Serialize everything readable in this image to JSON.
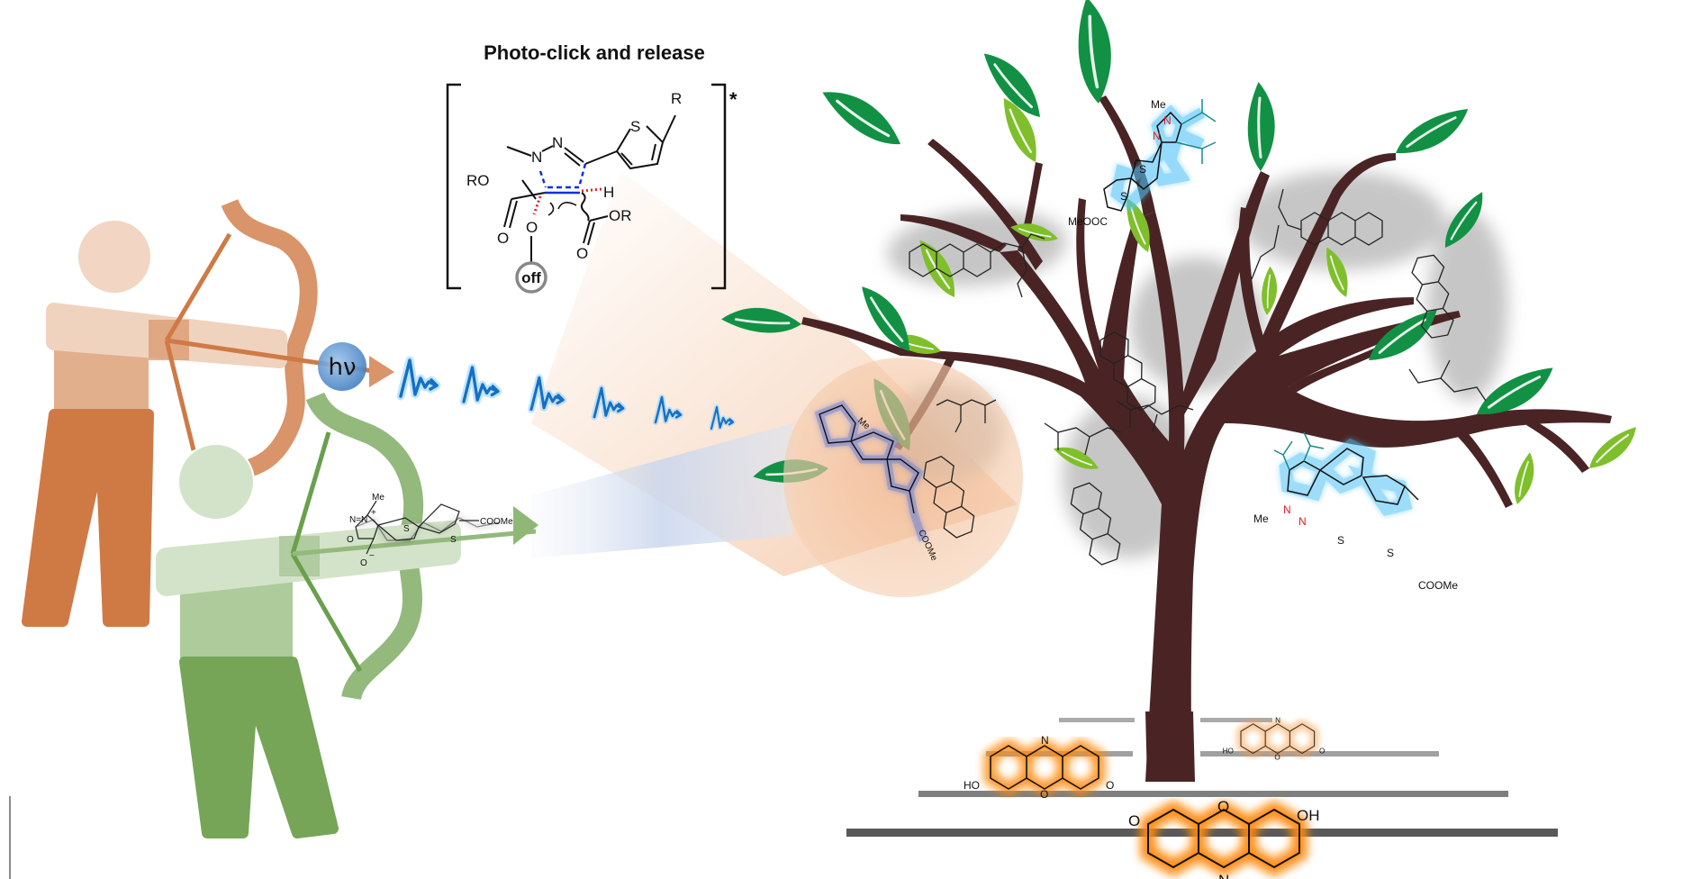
{
  "figure": {
    "title": "Photo-click and release",
    "transition_state_mark": "*",
    "light_label": "hν",
    "cage_label": "off",
    "ts_labels": {
      "substituent_r": "R",
      "sulfur": "S",
      "nitrogen_1": "N",
      "nitrogen_2": "N",
      "ester_left": "RO",
      "ester_right": "OR",
      "hydrogen": "H",
      "oxygen_carbonyl_left": "O",
      "oxygen_carbonyl_right": "O",
      "oxygen_link": "O"
    },
    "sydnone_labels": {
      "methyl": "Me",
      "plus": "+",
      "minus": "−",
      "ester": "COOMe",
      "ring_n": "N=N",
      "ring_o": "O",
      "exo_o": "O",
      "s1": "S",
      "s2": "S"
    },
    "pyrazoline_top_labels": {
      "methyl": "Me",
      "n1": "N",
      "n2": "N",
      "ester": "MeOOC",
      "s1": "S",
      "s2": "S"
    },
    "pyrazoline_right_labels": {
      "methyl": "Me",
      "n1": "N",
      "n2": "N",
      "ester": "COOMe",
      "s1": "S",
      "s2": "S"
    },
    "resorufin_labels": {
      "hydroxyl": "OH",
      "hydroxyl_left": "HO",
      "ring_o": "O",
      "ring_n": "N",
      "keto": "O"
    },
    "caged_labels": {
      "ring_o": "O",
      "ring_n": "N",
      "keto": "O",
      "ether_o": "O"
    },
    "colors": {
      "orange_archer_head": "#f2d5c2",
      "orange_archer_body": "#e2af8c",
      "orange_archer_legs": "#cf7a45",
      "orange_bow": "#d9946a",
      "green_archer_head": "#d3e3c9",
      "green_archer_body": "#aecb9b",
      "green_archer_legs": "#76a558",
      "green_bow": "#93b97d",
      "wave_blue": "#1570c4",
      "wave_glow": "#8ed0ff",
      "tree_trunk": "#4a2424",
      "leaf_dark": "#129144",
      "leaf_light": "#7fbf2b",
      "resorufin_orange": "#ff8a10",
      "ground_dark": "#595959",
      "ground_mid": "#7f7f7f",
      "ground_light": "#aaaaaa",
      "blue_glow": "#4fc3f7",
      "pyrazole_n": "#e31b23",
      "ester_teal": "#1a8a8a",
      "magnifier": "#f5c9a6"
    }
  }
}
